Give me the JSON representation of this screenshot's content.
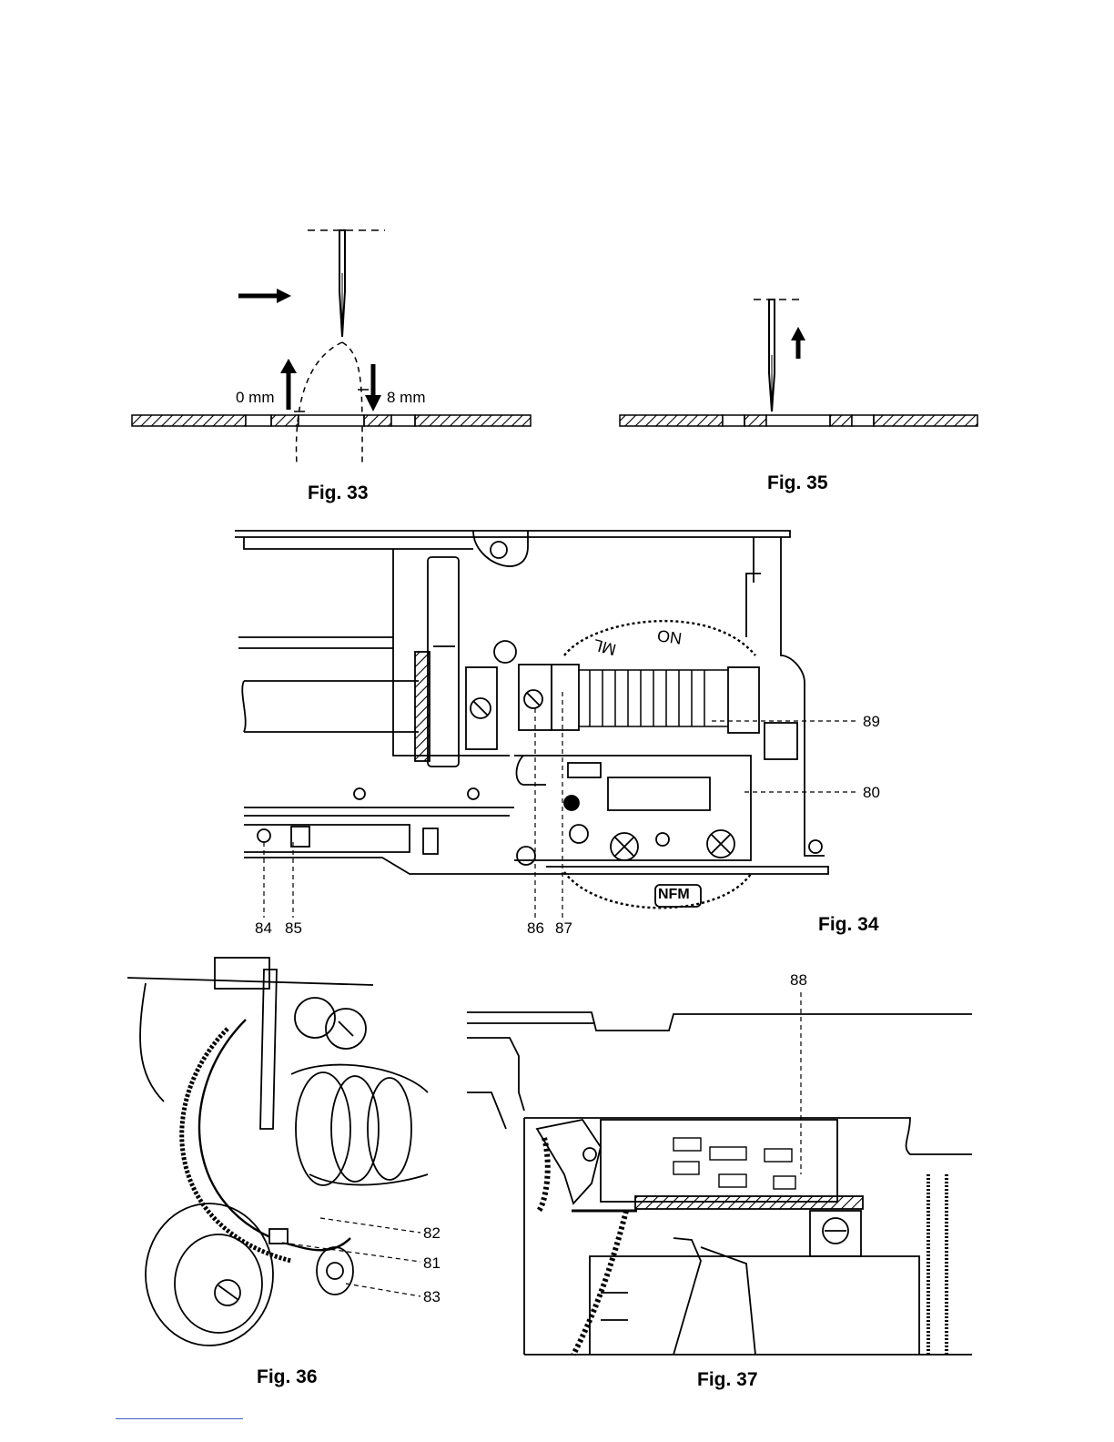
{
  "figures": {
    "fig33": {
      "caption": "Fig. 33",
      "label_left": "0 mm",
      "label_right": "8 mm"
    },
    "fig35": {
      "caption": "Fig. 35"
    },
    "fig34": {
      "caption": "Fig. 34",
      "dial_top_text": "ON",
      "dial_top_text2": "ML",
      "dial_bottom_text": "NFM",
      "callouts": [
        "89",
        "80",
        "84",
        "85",
        "86",
        "87"
      ]
    },
    "fig36": {
      "caption": "Fig. 36",
      "callouts": [
        "82",
        "81",
        "83"
      ]
    },
    "fig37": {
      "caption": "Fig. 37",
      "callouts": [
        "88"
      ]
    }
  }
}
